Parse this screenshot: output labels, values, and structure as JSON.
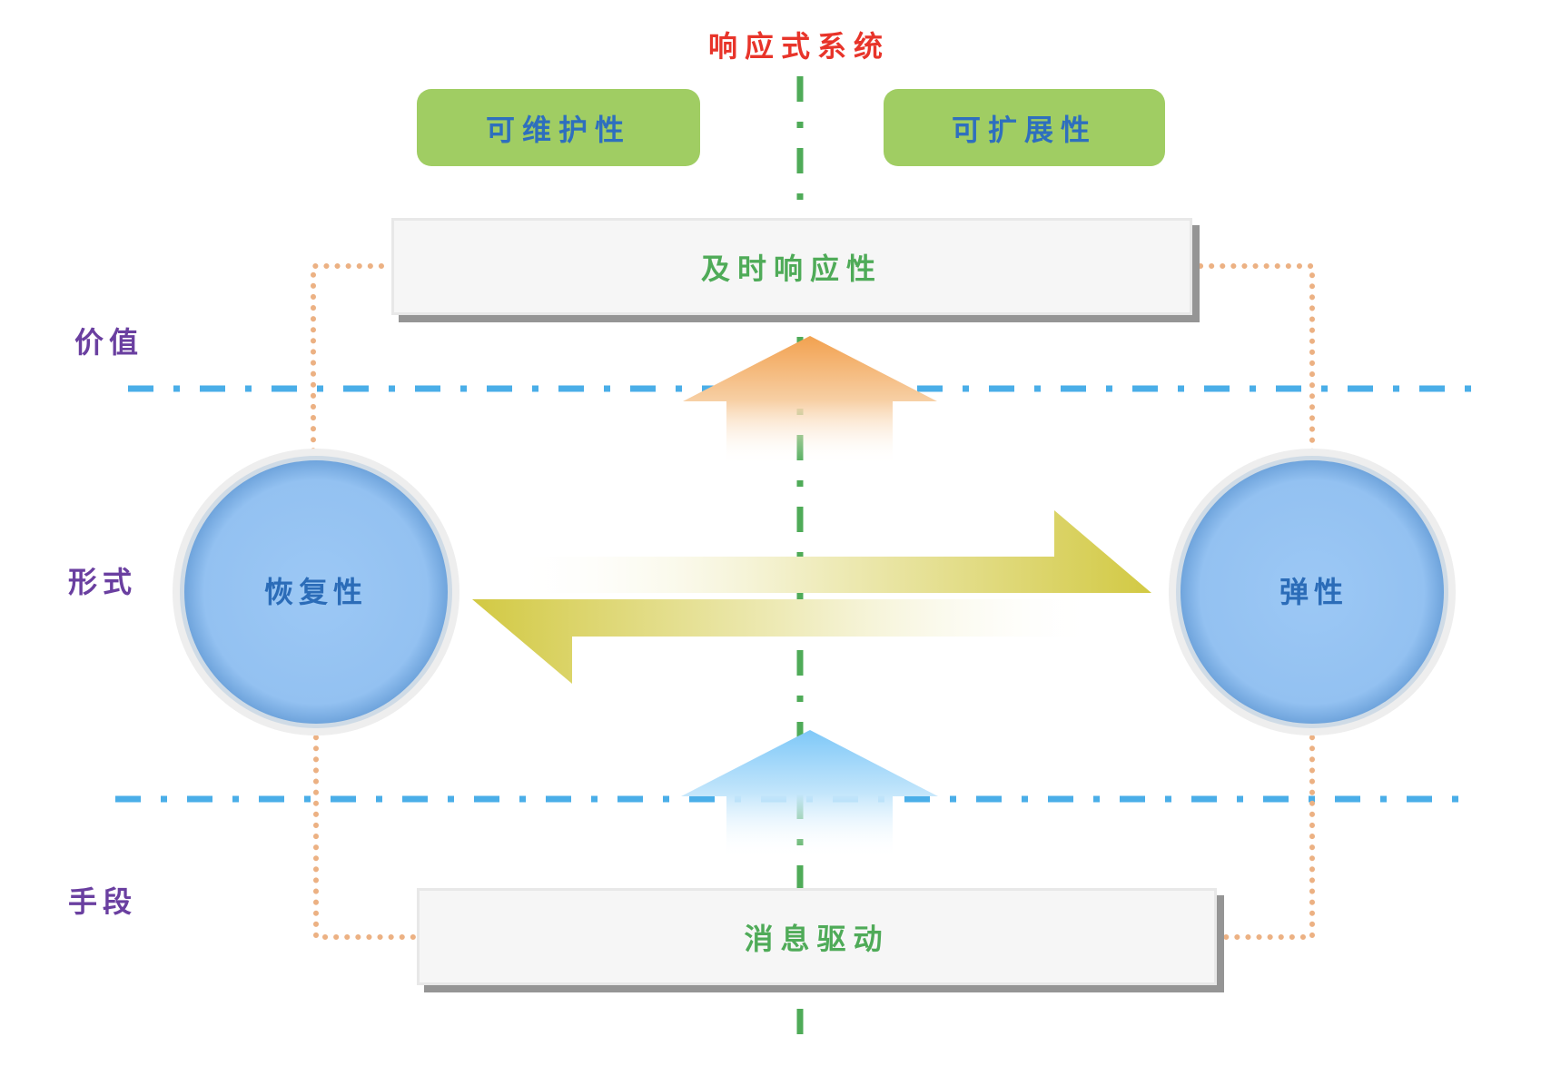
{
  "diagram": {
    "title": "响应式系统",
    "top_values": [
      {
        "label": "可维护性"
      },
      {
        "label": "可扩展性"
      }
    ],
    "value_box": {
      "label": "及时响应性"
    },
    "form_circles": [
      {
        "label": "恢复性"
      },
      {
        "label": "弹性"
      }
    ],
    "means_box": {
      "label": "消息驱动"
    },
    "layers": {
      "value": "价值",
      "form": "形式",
      "means": "手段"
    },
    "colors": {
      "title": "#e8342a",
      "green_box": "#a0cd63",
      "green_box_text": "#2e6fbe",
      "white_box_text": "#4fab58",
      "layer_label": "#6a3fa0",
      "center_axis": "#4fab58",
      "layer_divider": "#4aaee8",
      "connector": "#ecb183",
      "circle_fill": "#93c1f1",
      "circle_text": "#2b6cb8",
      "exchange_arrow": "#d2c943",
      "up_arrow_top": "#f2a14f",
      "up_arrow_bottom": "#7fc8f8"
    }
  }
}
